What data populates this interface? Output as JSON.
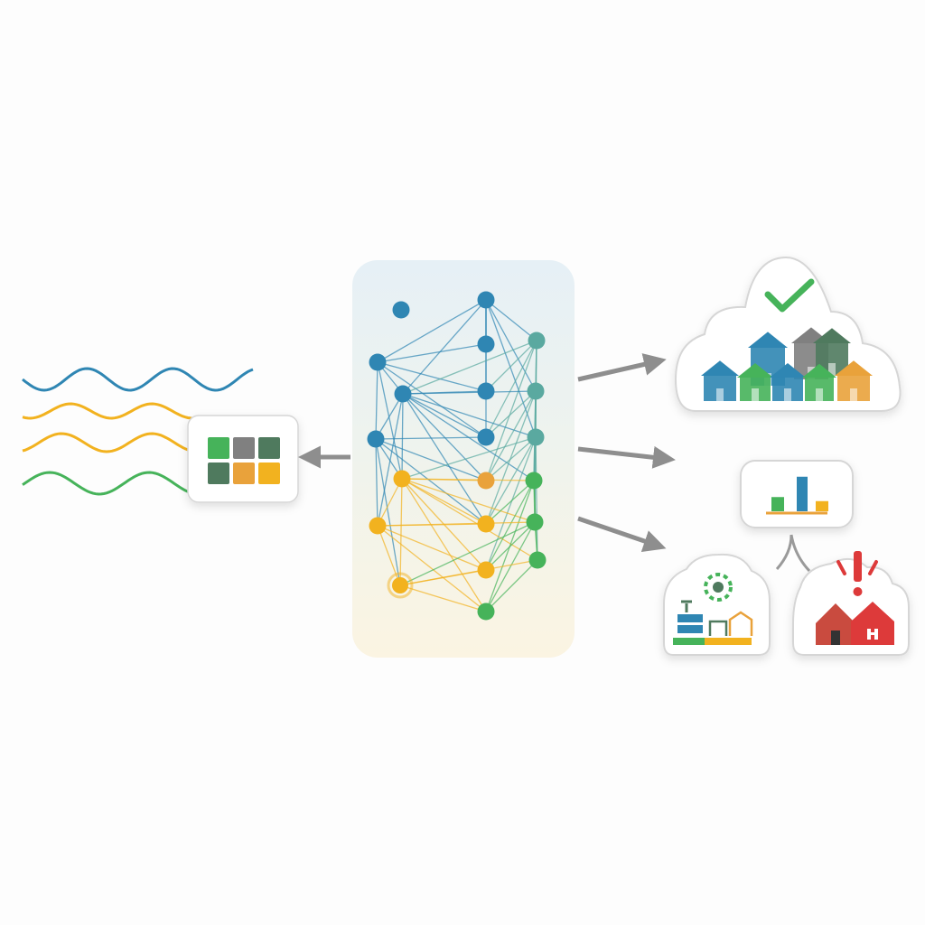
{
  "colors": {
    "blue": "#2f86b3",
    "yellow": "#f2b21f",
    "orange": "#e9a23b",
    "green": "#46b35a",
    "teal": "#5aa9a0",
    "gray": "#808080",
    "dark_green": "#4f7a5e",
    "red": "#dd3a3a",
    "arrow": "#8e8e8e",
    "panel_top": "#e6f0f6",
    "panel_bottom": "#fbf4e2",
    "card_bg": "#ffffff",
    "card_border": "#d6d6d6"
  },
  "input": {
    "waves": [
      {
        "color": "blue",
        "icon": "wave-blue"
      },
      {
        "color": "yellow",
        "icon": "wave-yellow"
      },
      {
        "color": "yellow",
        "icon": "wave-yellow"
      },
      {
        "color": "green",
        "icon": "wave-green"
      }
    ],
    "matrix_cells": [
      "green",
      "gray",
      "dark_green",
      "dark_green",
      "orange",
      "yellow"
    ]
  },
  "network": {
    "node_colors": [
      "blue",
      "blue",
      "blue",
      "blue",
      "teal",
      "blue",
      "blue",
      "teal",
      "blue",
      "blue",
      "teal",
      "yellow",
      "orange",
      "green",
      "yellow",
      "yellow",
      "green",
      "yellow",
      "yellow",
      "green",
      "green"
    ]
  },
  "outputs": [
    {
      "id": "safe-neighborhood",
      "status_icon": "checkmark-icon",
      "status_color": "green"
    },
    {
      "id": "bar-summary",
      "bar_colors": [
        "green",
        "blue",
        "yellow"
      ],
      "bar_values": [
        0.35,
        0.85,
        0.25
      ]
    },
    {
      "id": "infrastructure",
      "icon": "construction-icon"
    },
    {
      "id": "at-risk-houses",
      "status_icon": "alert-icon",
      "status_color": "red"
    }
  ]
}
